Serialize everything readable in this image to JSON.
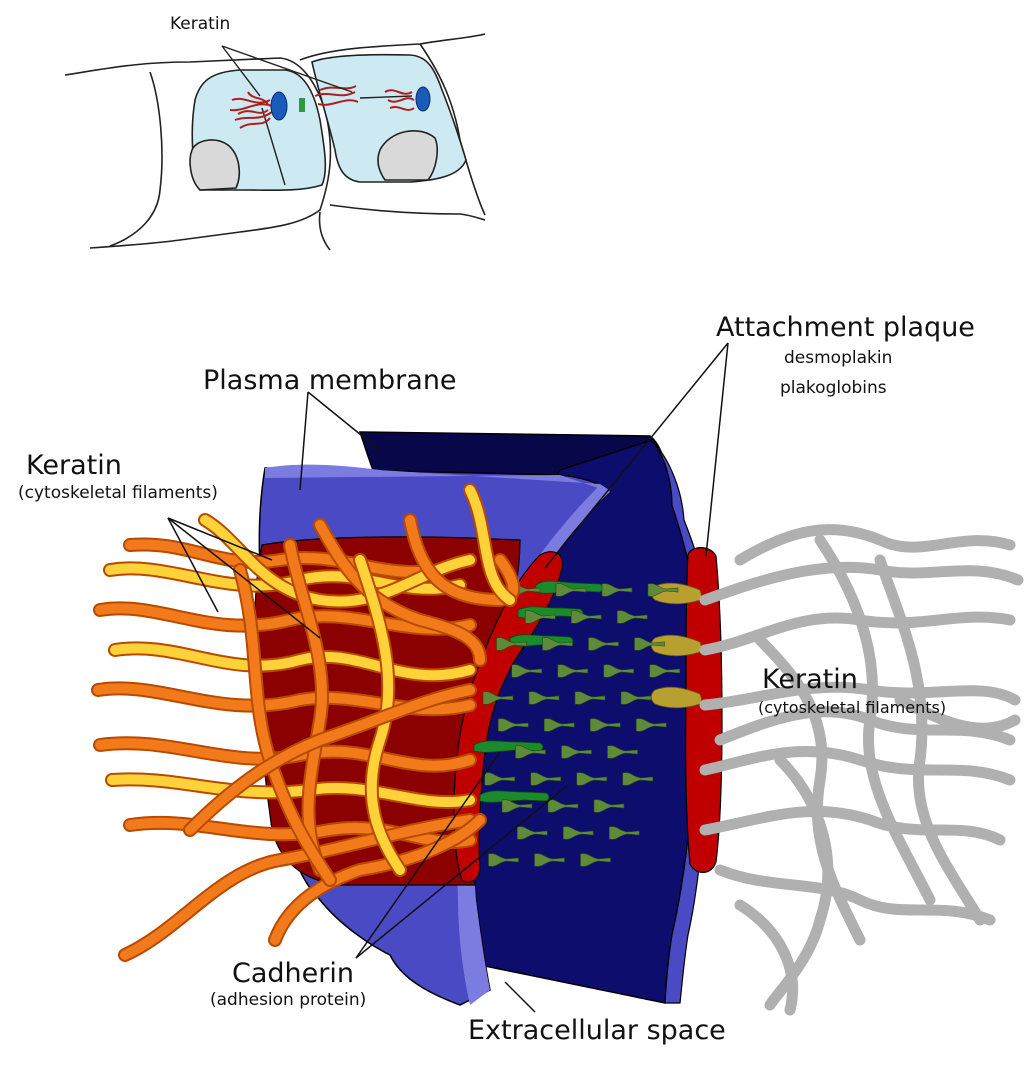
{
  "overview": {
    "keratin_label": "Keratin"
  },
  "labels": {
    "attachment_plaque": "Attachment plaque",
    "desmoplakin": "desmoplakin",
    "plakoglobins": "plakoglobins",
    "plasma_membrane": "Plasma membrane",
    "keratin_left": "Keratin",
    "keratin_left_sub": "(cytoskeletal filaments)",
    "keratin_right": "Keratin",
    "keratin_right_sub": "(cytoskeletal filaments)",
    "cadherin": "Cadherin",
    "cadherin_sub": "(adhesion protein)",
    "extracellular_space": "Extracellular space"
  },
  "colors": {
    "membrane_blue": "#4a4ac4",
    "membrane_light": "#7b7be0",
    "extracellular_dark": "#0d0d6e",
    "extracellular_top": "#07074a",
    "plaque_red": "#8b0000",
    "plaque_bright": "#c00000",
    "keratin_orange": "#f27a1a",
    "keratin_yellow": "#ffd23a",
    "cadherin_green": "#1a8a2a",
    "cadherin_olive": "#8a9a40",
    "plakoglobin_tan": "#b8a030",
    "keratin_gray": "#b0b0b0",
    "cell_cyan": "#cde9f2",
    "nucleus_blue": "#1a5ab8"
  }
}
